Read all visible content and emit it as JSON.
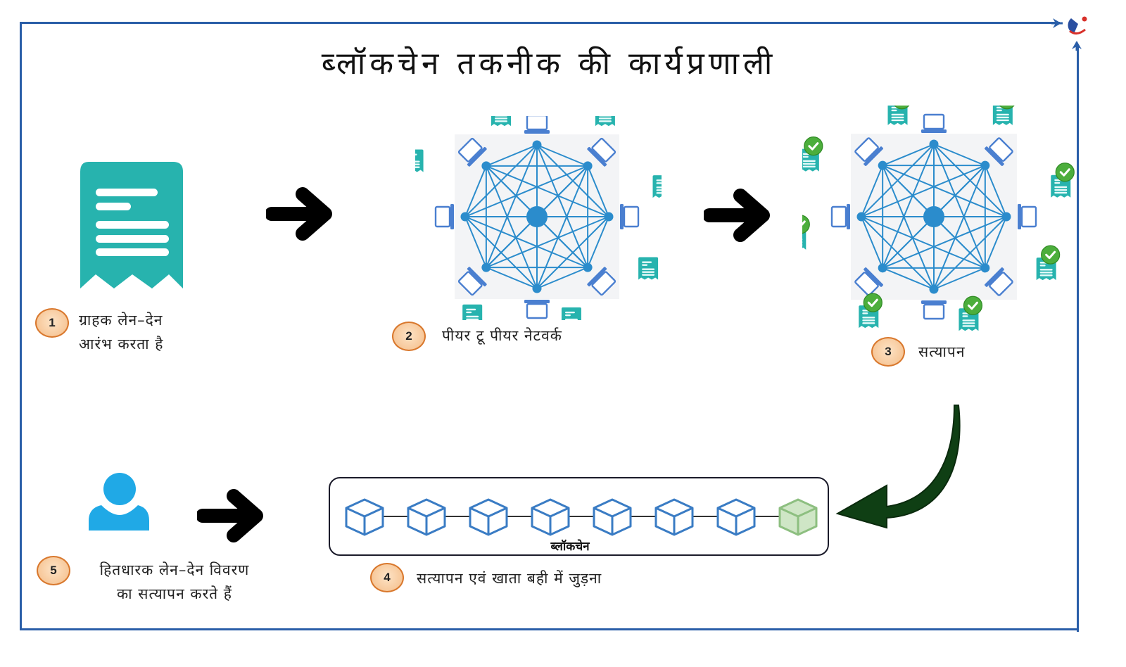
{
  "title": "ब्लॉकचेन तकनीक की कार्यप्रणाली",
  "steps": [
    {
      "number": "1",
      "line1": "ग्राहक लेन–देन",
      "line2": "आरंभ करता है"
    },
    {
      "number": "2",
      "line1": "पीयर टू पीयर नेटवर्क"
    },
    {
      "number": "3",
      "line1": "सत्यापन"
    },
    {
      "number": "4",
      "line1": "सत्यापन एवं खाता बही में जुड़ना"
    },
    {
      "number": "5",
      "line1": "हितधारक लेन–देन विवरण",
      "line2": "का सत्यापन करते हैं"
    }
  ],
  "chain": {
    "label": "ब्लॉकचेन",
    "blocks": 8,
    "new_block_index": 7
  },
  "icons": {
    "step1": "receipt-icon",
    "step2": "peer-network-icon",
    "step3": "verified-network-icon",
    "step4": "blockchain-icon",
    "step5": "user-icon"
  },
  "colors": {
    "frame": "#2a5ea8",
    "teal": "#27b3ae",
    "network": "#2b8ccc",
    "laptop": "#4a7fd0",
    "check": "#4cae3c",
    "block": "#3a7cc4",
    "new_block": "#8dbf80",
    "curved_arrow": "#0f3f14",
    "user": "#20a9e6"
  }
}
